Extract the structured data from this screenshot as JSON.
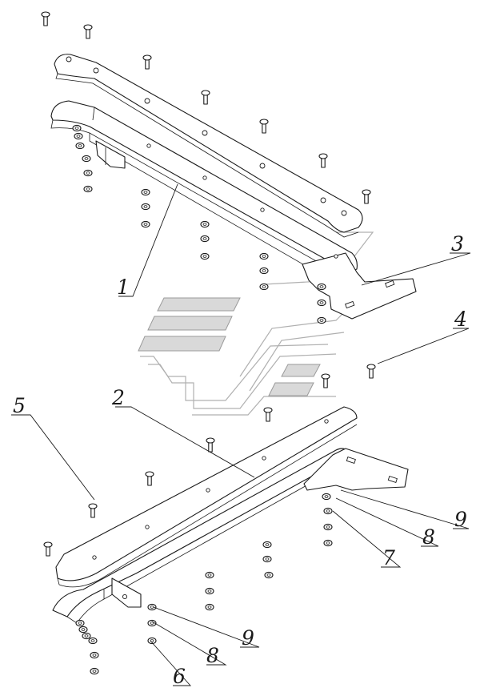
{
  "callouts": [
    {
      "id": "1",
      "label": "1"
    },
    {
      "id": "2",
      "label": "2"
    },
    {
      "id": "3",
      "label": "3"
    },
    {
      "id": "4",
      "label": "4"
    },
    {
      "id": "5",
      "label": "5"
    },
    {
      "id": "6",
      "label": "6"
    },
    {
      "id": "7",
      "label": "7"
    },
    {
      "id": "8a",
      "label": "8"
    },
    {
      "id": "8b",
      "label": "8"
    },
    {
      "id": "9a",
      "label": "9"
    },
    {
      "id": "9b",
      "label": "9"
    }
  ],
  "colors": {
    "line": "#1a1a1a",
    "watermark": "#d9d9d9"
  }
}
